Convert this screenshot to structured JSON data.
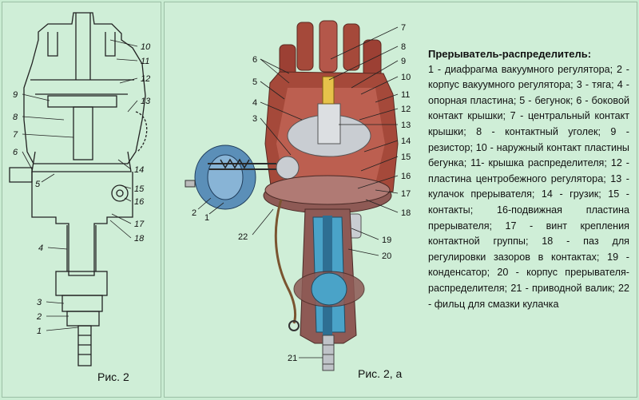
{
  "captions": {
    "left": "Рис. 2",
    "right": "Рис. 2, а"
  },
  "legend": {
    "title": "Прерыватель-распределитель:",
    "body": "1 - диафрагма вакуумного регулятора; 2 - корпус вакуумного регулятора; 3 - тяга; 4 - опорная пластина; 5 - бегунок; 6 - боковой контакт крышки; 7 - центральный контакт крышки; 8 - контактный уголек; 9 - резистор; 10 - наружный контакт пластины бегунка; 11- крышка распределителя; 12 - пластина центробежного регулятора; 13 - кулачок прерывателя; 14 - грузик; 15 - контакты; 16-подвижная пластина прерывателя; 17 - винт крепления контактной группы; 18 - паз для регулировки зазоров в контактах; 19 - конденсатор; 20 - корпус прерывателя-распределителя; 21 - приводной валик; 22 - фильц для смазки кулачка"
  },
  "left_labels": {
    "n1": "1",
    "n2": "2",
    "n3": "3",
    "n4": "4",
    "n5": "5",
    "n6": "6",
    "n7": "7",
    "n8": "8",
    "n9": "9",
    "n10": "10",
    "n11": "11",
    "n12": "12",
    "n13": "13",
    "n14": "14",
    "n15": "15",
    "n16": "16",
    "n17": "17",
    "n18": "18"
  },
  "right_labels": {
    "n1": "1",
    "n2": "2",
    "n3": "3",
    "n4": "4",
    "n5": "5",
    "n6": "6",
    "n7": "7",
    "n8": "8",
    "n9": "9",
    "n10": "10",
    "n11": "11",
    "n12": "12",
    "n13": "13",
    "n14": "14",
    "n15": "15",
    "n16": "16",
    "n17": "17",
    "n18": "18",
    "n19": "19",
    "n20": "20",
    "n21": "21",
    "n22": "22"
  },
  "colors": {
    "background": "#c9ecd2",
    "cap": "#a5493a",
    "housing": "#8e5a55",
    "vacuum": "#5b8fb8",
    "shaft": "#4aa3c8",
    "metal": "#c9cdd2",
    "line": "#333333"
  }
}
